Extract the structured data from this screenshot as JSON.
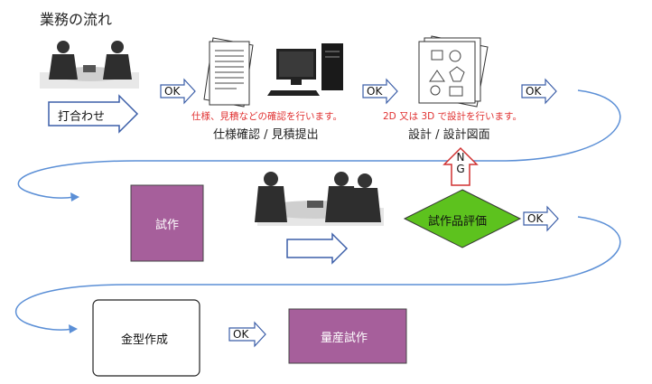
{
  "title": "業務の流れ",
  "steps": {
    "meeting_label": "打合わせ",
    "spec_caption": "仕様確認 / 見積提出",
    "spec_note": "仕様、見積などの確認を行います。",
    "design_caption": "設計 / 設計図面",
    "design_note": "2D 又は 3D で設計を行います。",
    "prototype_label": "試作",
    "evaluation_label": "試作品評価",
    "mold_label": "金型作成",
    "mass_label": "量産試作"
  },
  "ok_label": "OK",
  "ng_label": "NG",
  "colors": {
    "purple": "#a65f9b",
    "green": "#5dc21e",
    "flow_line": "#5b8fd6",
    "note_red": "#e03030",
    "arrow_outline": "#3b5ea8",
    "ng_outline": "#d03030"
  }
}
